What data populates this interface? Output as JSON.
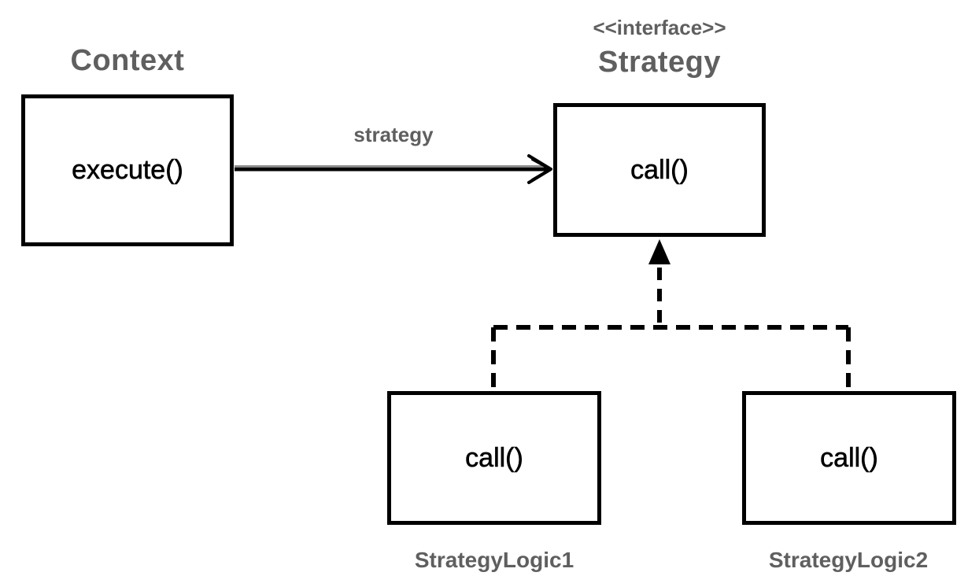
{
  "context": {
    "title": "Context",
    "method": "execute()"
  },
  "strategy": {
    "stereotype": "<<interface>>",
    "title": "Strategy",
    "method": "call()"
  },
  "association": {
    "label": "strategy"
  },
  "implementations": [
    {
      "name": "StrategyLogic1",
      "method": "call()"
    },
    {
      "name": "StrategyLogic2",
      "method": "call()"
    }
  ]
}
